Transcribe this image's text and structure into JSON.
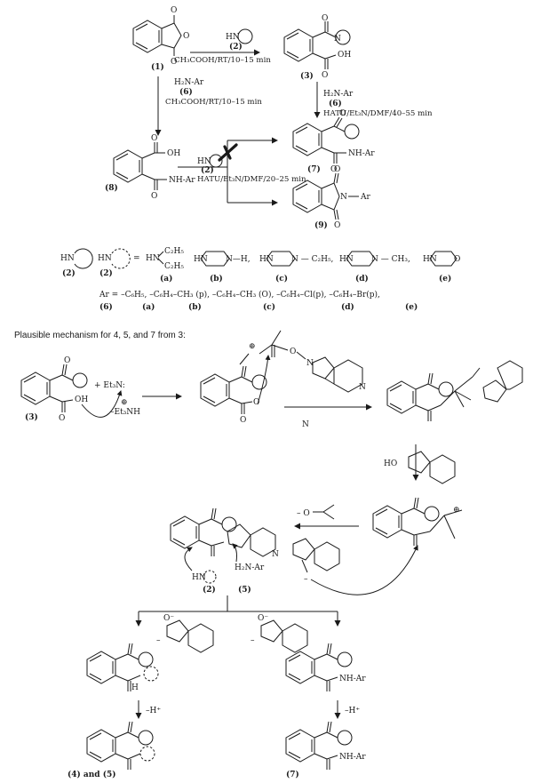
{
  "reagents": {
    "amine2": "HN",
    "amine2_num": "(2)",
    "cond_top": "CH₃COOH/RT/10–15 min",
    "arylamine": "H₂N-Ar",
    "arylamine_num": "(6)",
    "cond_left": "CH₃COOH/RT/10–15 min",
    "cond_right": "HATU/Et₃N/DMF/40–55 min",
    "amine2_mid": "HN",
    "amine2_mid_num": "(2)",
    "cond_mid": "HATU/Et₃N/DMF/20–25 min"
  },
  "compounds": {
    "c1": "(1)",
    "c3": "(3)",
    "c7": "(7)",
    "c8": "(8)",
    "c9": "(9)",
    "oh": "OH",
    "nhar": "NH-Ar",
    "ar": "Ar",
    "o": "O",
    "n": "N"
  },
  "legend": {
    "amine_label": "HN",
    "amine_num": "(2)",
    "amine_dash_label": "HN",
    "equals": "=",
    "items": [
      {
        "text": "HN–C₂H₅ / C₂H₅",
        "key": "(a)"
      },
      {
        "text": "HN–N–H",
        "key": "(b)"
      },
      {
        "text": "HN–N–C₂H₅",
        "key": "(c)"
      },
      {
        "text": "HN–N–CH₃",
        "key": "(d)"
      },
      {
        "text": "HN–O",
        "key": "(e)"
      }
    ],
    "ar_line": "Ar = –C₆H₅, –C₆H₄–CH₃ (p), –C₆H₄–CH₃ (O), –C₆H₄–Cl(p), –C₆H₄–Br(p),",
    "ar_num": "(6)",
    "ar_keys": [
      "(a)",
      "(b)",
      "(c)",
      "(d)",
      "(e)"
    ]
  },
  "mechanism": {
    "heading": "Plausible mechanism for 4, 5, and 7 from 3:",
    "et3n": "+ Et₃N:",
    "et3nh": "–Et₃NH",
    "plus": "⊕",
    "n_label": "N",
    "ho_label": "HO",
    "minus_o": "– O",
    "h2nar": "H₂N-Ar",
    "num5": "(5)",
    "num2": "(2)",
    "minus_h": "–H⁺",
    "prod45": "(4) and (5)",
    "prod7": "(7)",
    "nhar_plus": "NH-Ar",
    "h": "H",
    "minus": "–",
    "num3": "(3)"
  }
}
